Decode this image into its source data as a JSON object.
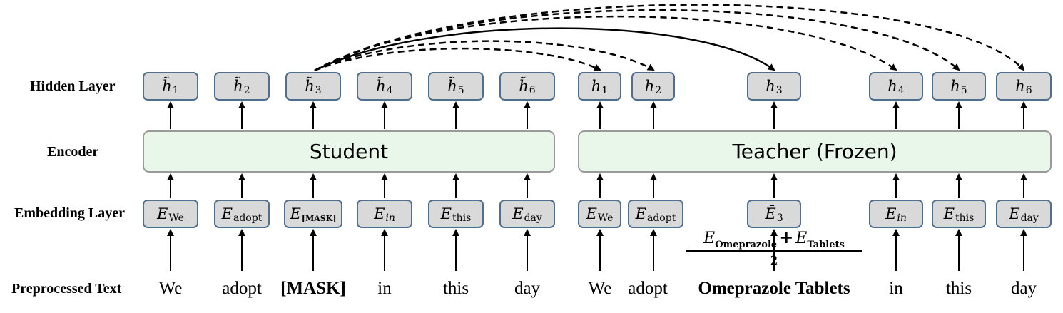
{
  "row_labels": {
    "hidden": "Hidden Layer",
    "encoder": "Encoder",
    "embedding": "Embedding Layer",
    "preprocessed": "Preprocessed Text"
  },
  "student": {
    "encoder_label": "Student",
    "tokens": [
      "We",
      "adopt",
      "[MASK]",
      "in",
      "this",
      "day"
    ],
    "embeddings": [
      {
        "base": "E",
        "sub": "We"
      },
      {
        "base": "E",
        "sub": "adopt"
      },
      {
        "base": "E",
        "sub": "[MASK]"
      },
      {
        "base": "E",
        "sub": "in"
      },
      {
        "base": "E",
        "sub": "this"
      },
      {
        "base": "E",
        "sub": "day"
      }
    ],
    "hidden": [
      {
        "base": "h̃",
        "sub": "1"
      },
      {
        "base": "h̃",
        "sub": "2"
      },
      {
        "base": "h̃",
        "sub": "3"
      },
      {
        "base": "h̃",
        "sub": "4"
      },
      {
        "base": "h̃",
        "sub": "5"
      },
      {
        "base": "h̃",
        "sub": "6"
      }
    ]
  },
  "teacher": {
    "encoder_label": "Teacher (Frozen)",
    "tokens": [
      "We",
      "adopt",
      "Omeprazole Tablets",
      "in",
      "this",
      "day"
    ],
    "embeddings": [
      {
        "base": "E",
        "sub": "We"
      },
      {
        "base": "E",
        "sub": "adopt"
      },
      {
        "base": "Ē",
        "sub": "3"
      },
      {
        "base": "E",
        "sub": "in"
      },
      {
        "base": "E",
        "sub": "this"
      },
      {
        "base": "E",
        "sub": "day"
      }
    ],
    "hidden": [
      {
        "base": "h",
        "sub": "1"
      },
      {
        "base": "h",
        "sub": "2"
      },
      {
        "base": "h",
        "sub": "3"
      },
      {
        "base": "h",
        "sub": "4"
      },
      {
        "base": "h",
        "sub": "5"
      },
      {
        "base": "h",
        "sub": "6"
      }
    ]
  },
  "formula": {
    "term1_base": "E",
    "term1_sub": "Omeprazole",
    "plus": "+",
    "term2_base": "E",
    "term2_sub": "Tablets",
    "denominator": "2"
  }
}
